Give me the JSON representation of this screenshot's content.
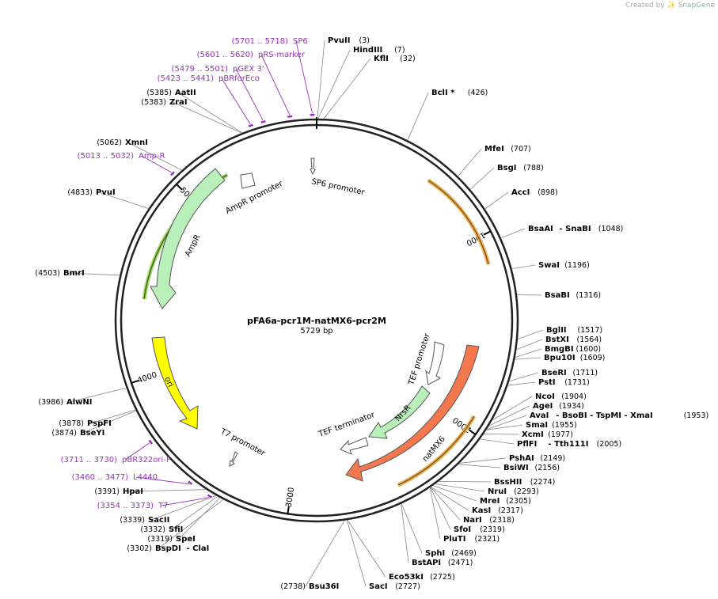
{
  "watermark": {
    "created_by": "Created by",
    "brand": "SnapGene"
  },
  "plasmid": {
    "name": "pFA6a-pcr1M-natMX6-pcr2M",
    "size_label": "5729 bp",
    "length": 5729
  },
  "ticks": [
    "1000",
    "2000",
    "3000",
    "4000",
    "5000"
  ],
  "tick_values": [
    1000,
    2000,
    3000,
    4000,
    5000
  ],
  "colors": {
    "primer": "#9b2fbe",
    "promoter": "#b9efb9",
    "natMX6": "#f4784e",
    "ori": "#ffff00",
    "orf": "#f2a93b"
  },
  "enzymes": [
    {
      "name": "PvuII",
      "pos": "(3)",
      "site": 3
    },
    {
      "name": "HindIII",
      "pos": "(7)",
      "site": 7
    },
    {
      "name": "KflI",
      "pos": "(32)",
      "site": 32
    },
    {
      "name": "BclI *",
      "pos": "(426)",
      "site": 426
    },
    {
      "name": "MfeI",
      "pos": "(707)",
      "site": 707
    },
    {
      "name": "BsgI",
      "pos": "(788)",
      "site": 788
    },
    {
      "name": "AccI",
      "pos": "(898)",
      "site": 898
    },
    {
      "name": "BsaAI",
      "extra": "- SnaBI",
      "pos": "(1048)",
      "site": 1048
    },
    {
      "name": "SwaI",
      "pos": "(1196)",
      "site": 1196
    },
    {
      "name": "BsaBI",
      "pos": "(1316)",
      "site": 1316
    },
    {
      "name": "BglII",
      "pos": "(1517)",
      "site": 1517
    },
    {
      "name": "BstXI",
      "pos": "(1564)",
      "site": 1564
    },
    {
      "name": "BmgBI",
      "pos": "(1600)",
      "site": 1600
    },
    {
      "name": "Bpu10I",
      "pos": "(1609)",
      "site": 1609
    },
    {
      "name": "BseRI",
      "pos": "(1711)",
      "site": 1711
    },
    {
      "name": "PstI",
      "pos": "(1731)",
      "site": 1731
    },
    {
      "name": "NcoI",
      "pos": "(1904)",
      "site": 1904
    },
    {
      "name": "AgeI",
      "pos": "(1934)",
      "site": 1934
    },
    {
      "name": "AvaI",
      "extra": "- BsoBI   - TspMI   - XmaI",
      "pos": "(1953)",
      "site": 1953
    },
    {
      "name": "SmaI",
      "pos": "(1955)",
      "site": 1955
    },
    {
      "name": "XcmI",
      "pos": "(1977)",
      "site": 1977
    },
    {
      "name": "PflFI",
      "extra": "- Tth111I",
      "pos": "(2005)",
      "site": 2005
    },
    {
      "name": "PshAI",
      "pos": "(2149)",
      "site": 2149
    },
    {
      "name": "BsiWI",
      "pos": "(2156)",
      "site": 2156
    },
    {
      "name": "BssHII",
      "pos": "(2274)",
      "site": 2274
    },
    {
      "name": "NruI",
      "pos": "(2293)",
      "site": 2293
    },
    {
      "name": "MreI",
      "pos": "(2305)",
      "site": 2305
    },
    {
      "name": "KasI",
      "pos": "(2317)",
      "site": 2317
    },
    {
      "name": "NarI",
      "pos": "(2318)",
      "site": 2318
    },
    {
      "name": "SfoI",
      "pos": "(2319)",
      "site": 2319
    },
    {
      "name": "PluTI",
      "pos": "(2321)",
      "site": 2321
    },
    {
      "name": "SphI",
      "pos": "(2469)",
      "site": 2469
    },
    {
      "name": "BstAPI",
      "pos": "(2471)",
      "site": 2471
    },
    {
      "name": "Eco53kI",
      "pos": "(2725)",
      "site": 2725
    },
    {
      "name": "SacI",
      "pos": "(2727)",
      "site": 2727
    },
    {
      "name": "Bsu36I",
      "pos": "(2738)",
      "site": 2738
    },
    {
      "name": "BspDI",
      "extra": "- ClaI",
      "pos": "(3302)",
      "site": 3302
    },
    {
      "name": "SpeI",
      "pos": "(3319)",
      "site": 3319
    },
    {
      "name": "SfiI",
      "pos": "(3332)",
      "site": 3332
    },
    {
      "name": "SacII",
      "pos": "(3339)",
      "site": 3339
    },
    {
      "name": "HpaI",
      "pos": "(3391)",
      "site": 3391
    },
    {
      "name": "BseYI",
      "pos": "(3874)",
      "site": 3874
    },
    {
      "name": "PspFI",
      "pos": "(3878)",
      "site": 3878
    },
    {
      "name": "AlwNI",
      "pos": "(3986)",
      "site": 3986
    },
    {
      "name": "BmrI",
      "pos": "(4503)",
      "site": 4503
    },
    {
      "name": "PvuI",
      "pos": "(4833)",
      "site": 4833
    },
    {
      "name": "XmnI",
      "pos": "(5062)",
      "site": 5062
    },
    {
      "name": "ZraI",
      "pos": "(5383)",
      "site": 5383
    },
    {
      "name": "AatII",
      "pos": "(5385)",
      "site": 5385
    }
  ],
  "primers": [
    {
      "name": "SP6",
      "range": "(5701 .. 5718)",
      "site": 5710
    },
    {
      "name": "pRS-marker",
      "range": "(5601 .. 5620)",
      "site": 5610
    },
    {
      "name": "pGEX 3'",
      "range": "(5479 .. 5501)",
      "site": 5490
    },
    {
      "name": "pBRforEco",
      "range": "(5423 .. 5441)",
      "site": 5432
    },
    {
      "name": "Amp-R",
      "range": "(5013 .. 5032)",
      "site": 5022
    },
    {
      "name": "pBR322ori-F",
      "range": "(3711 .. 3730)",
      "site": 3720
    },
    {
      "name": "L4440",
      "range": "(3460 .. 3477)",
      "site": 3468
    },
    {
      "name": "T7",
      "range": "(3354 .. 3373)",
      "site": 3363
    }
  ],
  "features": [
    {
      "label": "SP6 promoter"
    },
    {
      "label": "AmpR promoter"
    },
    {
      "label": "AmpR"
    },
    {
      "label": "ori"
    },
    {
      "label": "T7 promoter"
    },
    {
      "label": "TEF promoter"
    },
    {
      "label": "NrsR"
    },
    {
      "label": "natMX6"
    },
    {
      "label": "TEF terminator"
    }
  ]
}
